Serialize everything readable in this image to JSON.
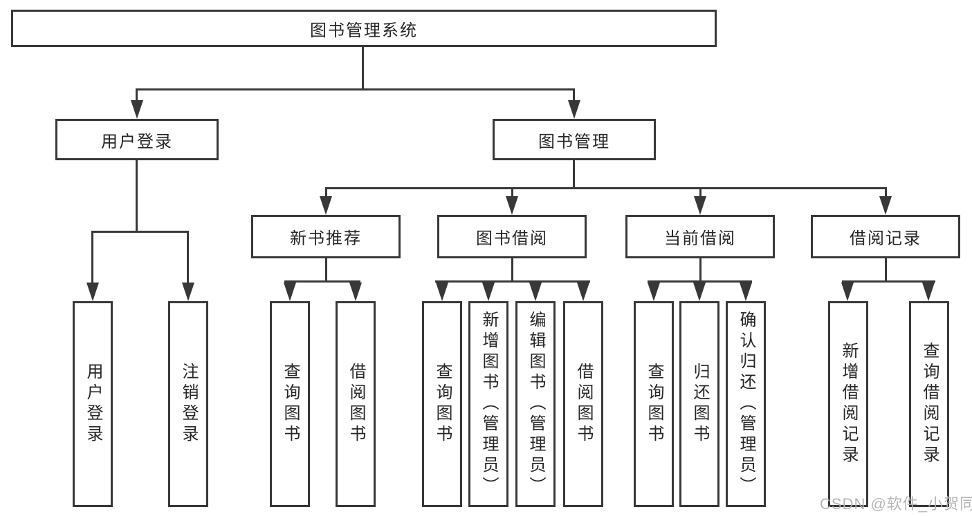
{
  "colors": {
    "line": "#383838",
    "text": "#262626",
    "bg": "#ffffff",
    "watermark": "#b2b2b2"
  },
  "watermark": {
    "text": "CSDN @软件_小贺同学"
  },
  "tree": {
    "root": {
      "label": "图书管理系统",
      "children": [
        {
          "label": "用户登录",
          "children": [
            {
              "label": "用户登录"
            },
            {
              "label": "注销登录"
            }
          ]
        },
        {
          "label": "图书管理",
          "children": [
            {
              "label": "新书推荐",
              "children": [
                {
                  "label": "查询图书"
                },
                {
                  "label": "借阅图书"
                }
              ]
            },
            {
              "label": "图书借阅",
              "children": [
                {
                  "label": "查询图书"
                },
                {
                  "label": "新增图书（管理员）"
                },
                {
                  "label": "编辑图书（管理员）"
                },
                {
                  "label": "借阅图书"
                }
              ]
            },
            {
              "label": "当前借阅",
              "children": [
                {
                  "label": "查询图书"
                },
                {
                  "label": "归还图书"
                },
                {
                  "label": "确认归还（管理员）"
                }
              ]
            },
            {
              "label": "借阅记录",
              "children": [
                {
                  "label": "新增借阅记录"
                },
                {
                  "label": "查询借阅记录"
                }
              ]
            }
          ]
        }
      ]
    }
  }
}
